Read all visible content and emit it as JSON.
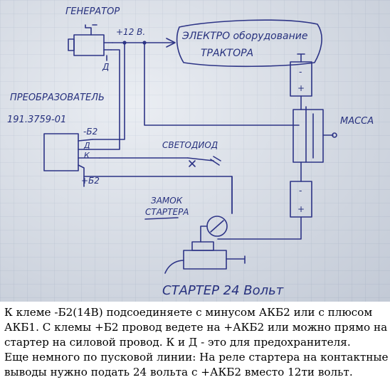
{
  "diagram": {
    "generator": "ГЕНЕРАТОР",
    "plus12": "+12 В.",
    "d_generator": "Д",
    "equipment_line1": "ЭЛЕКТРО оборудование",
    "equipment_line2": "ТРАКТОРА",
    "converter_line1": "ПРЕОБРАЗОВАТЕЛЬ",
    "converter_line2": "191.3759-01",
    "minus_b2": "-Б2",
    "d_conv": "Д",
    "k_conv": "К",
    "plus_b2": "+Б2",
    "led": "СВЕТОДИОД",
    "mass": "МАССА",
    "lock_line1": "ЗАМОК",
    "lock_line2": "СТАРТЕРА",
    "starter": "СТАРТЕР 24 Вольт",
    "batt_minus": "-",
    "batt_plus": "+"
  },
  "caption": {
    "line1": "К клеме -Б2(14В) подсоединяете с минусом АКБ2 или с плюсом АКБ1. С клемы +Б2 провод ведете на +АКБ2 или можно прямо на стартер на силовой провод. К и Д - это для предохранителя.",
    "line2": "Еще немного по пусковой линии: На реле стартера на контактные выводы нужно подать 24 вольта с +АКБ2 вместо 12ти вольт."
  }
}
